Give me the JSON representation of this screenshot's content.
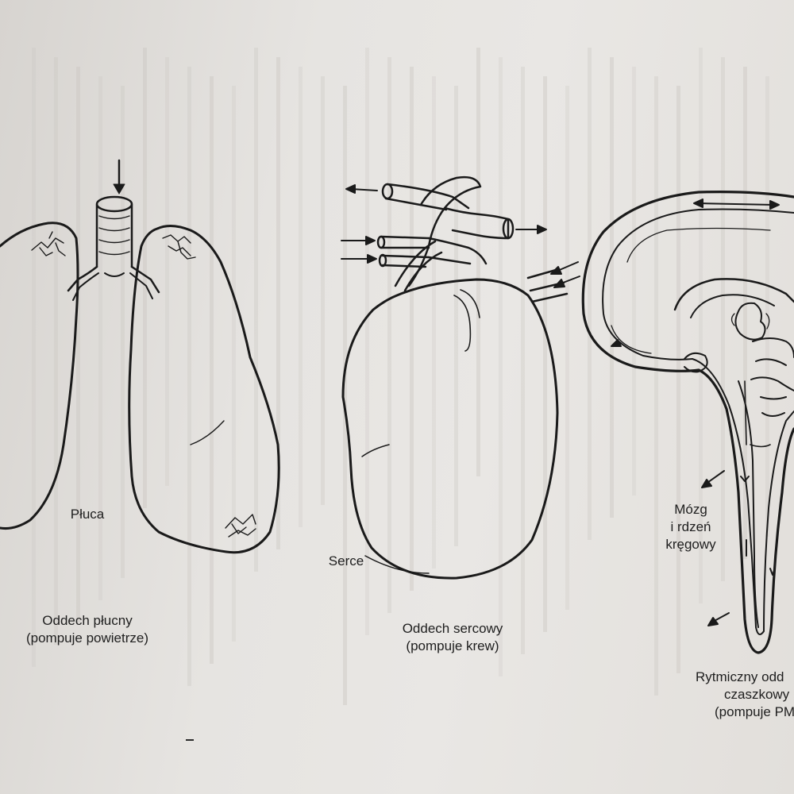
{
  "labels": {
    "lungs": "Płuca",
    "lungs_caption": [
      "Oddech płucny",
      "(pompuje powietrze)"
    ],
    "heart": "Serce",
    "heart_caption": [
      "Oddech sercowy",
      "(pompuje krew)"
    ],
    "brain": [
      "Mózg",
      "i rdzeń",
      "kręgowy"
    ],
    "brain_caption": [
      "Rytmiczny odd",
      "czaszkowy",
      "(pompuje PM"
    ]
  },
  "colors": {
    "paper": "#e6e4e1",
    "ink": "#1a1a1a"
  }
}
